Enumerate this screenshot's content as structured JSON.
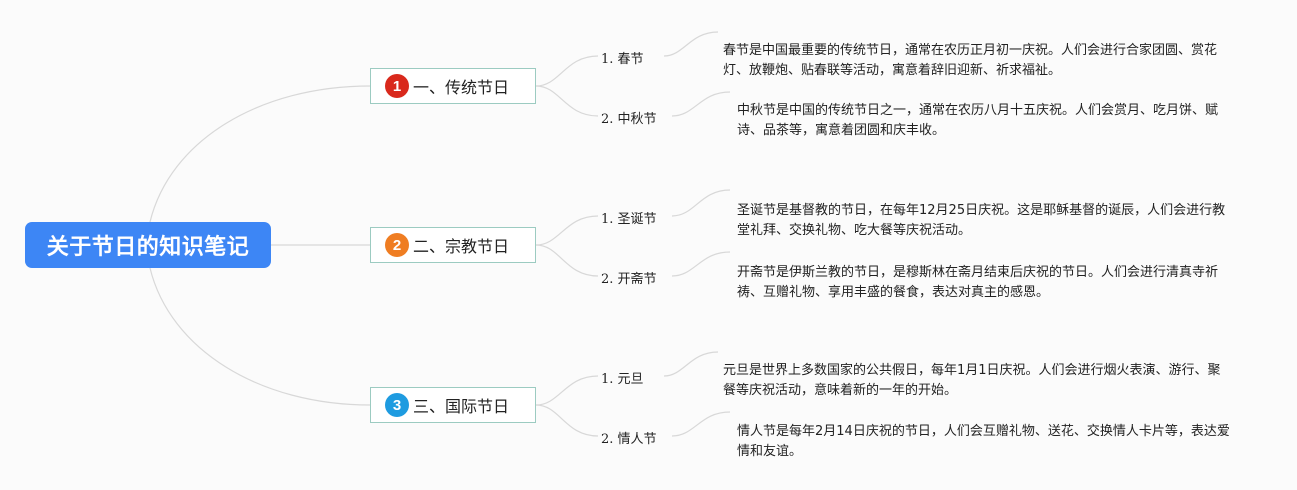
{
  "root": {
    "label": "关于节日的知识笔记",
    "color": "#3d86f5"
  },
  "categories": [
    {
      "number": "1",
      "label": "一、传统节日",
      "badge_color": "#d9291c",
      "items": [
        {
          "label": "1. 春节",
          "description": "春节是中国最重要的传统节日，通常在农历正月初一庆祝。人们会进行合家团圆、赏花灯、放鞭炮、贴春联等活动，寓意着辞旧迎新、祈求福祉。"
        },
        {
          "label": "2. 中秋节",
          "description": "中秋节是中国的传统节日之一，通常在农历八月十五庆祝。人们会赏月、吃月饼、赋诗、品茶等，寓意着团圆和庆丰收。"
        }
      ]
    },
    {
      "number": "2",
      "label": "二、宗教节日",
      "badge_color": "#ef7d22",
      "items": [
        {
          "label": "1. 圣诞节",
          "description": "圣诞节是基督教的节日，在每年12月25日庆祝。这是耶稣基督的诞辰，人们会进行教堂礼拜、交换礼物、吃大餐等庆祝活动。"
        },
        {
          "label": "2. 开斋节",
          "description": "开斋节是伊斯兰教的节日，是穆斯林在斋月结束后庆祝的节日。人们会进行清真寺祈祷、互赠礼物、享用丰盛的餐食，表达对真主的感恩。"
        }
      ]
    },
    {
      "number": "3",
      "label": "三、国际节日",
      "badge_color": "#1e9be0",
      "items": [
        {
          "label": "1. 元旦",
          "description": "元旦是世界上多数国家的公共假日，每年1月1日庆祝。人们会进行烟火表演、游行、聚餐等庆祝活动，意味着新的一年的开始。"
        },
        {
          "label": "2. 情人节",
          "description": "情人节是每年2月14日庆祝的节日，人们会互赠礼物、送花、交换情人卡片等，表达爱情和友谊。"
        }
      ]
    }
  ]
}
